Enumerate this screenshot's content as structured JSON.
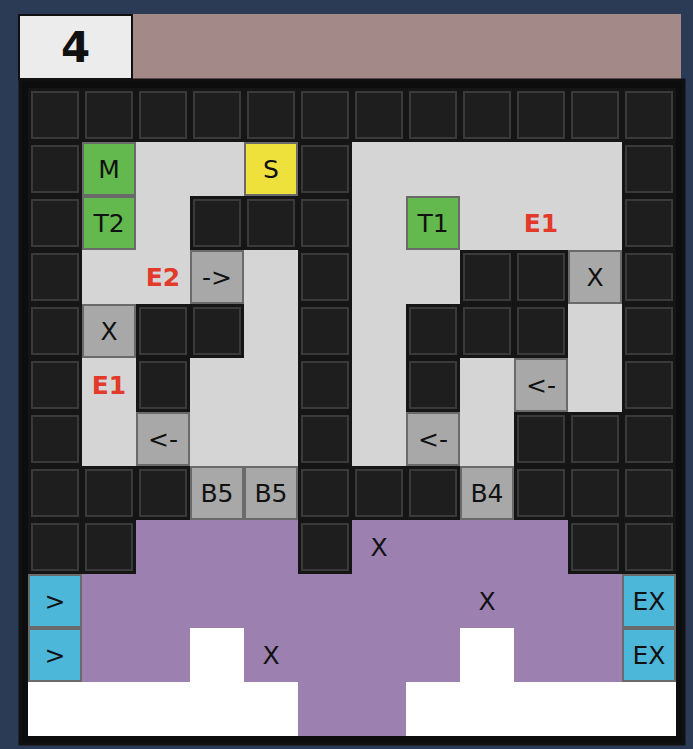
{
  "diagram": {
    "title": "4",
    "nodes": [
      {
        "text": [
          "M"
        ]
      },
      {
        "text": [
          "S"
        ]
      },
      {
        "text": [
          "T2"
        ]
      },
      {
        "text": [
          "T1"
        ]
      },
      {
        "text": [
          "->"
        ]
      },
      {
        "text": [
          "X"
        ]
      },
      {
        "text": [
          "X"
        ]
      },
      {
        "text": [
          "<-"
        ]
      },
      {
        "text": [
          "<-"
        ]
      },
      {
        "text": [
          "<-"
        ]
      },
      {
        "text": [
          "B5"
        ]
      },
      {
        "text": [
          "B5"
        ]
      },
      {
        "text": [
          "B4"
        ]
      },
      {
        "text": [
          ">"
        ]
      },
      {
        "text": [
          "EX"
        ]
      },
      {
        "text": [
          ">"
        ]
      },
      {
        "text": [
          "EX"
        ]
      }
    ],
    "labels": [
      "E1",
      "E2",
      "E1",
      "X",
      "X",
      "X"
    ]
  }
}
